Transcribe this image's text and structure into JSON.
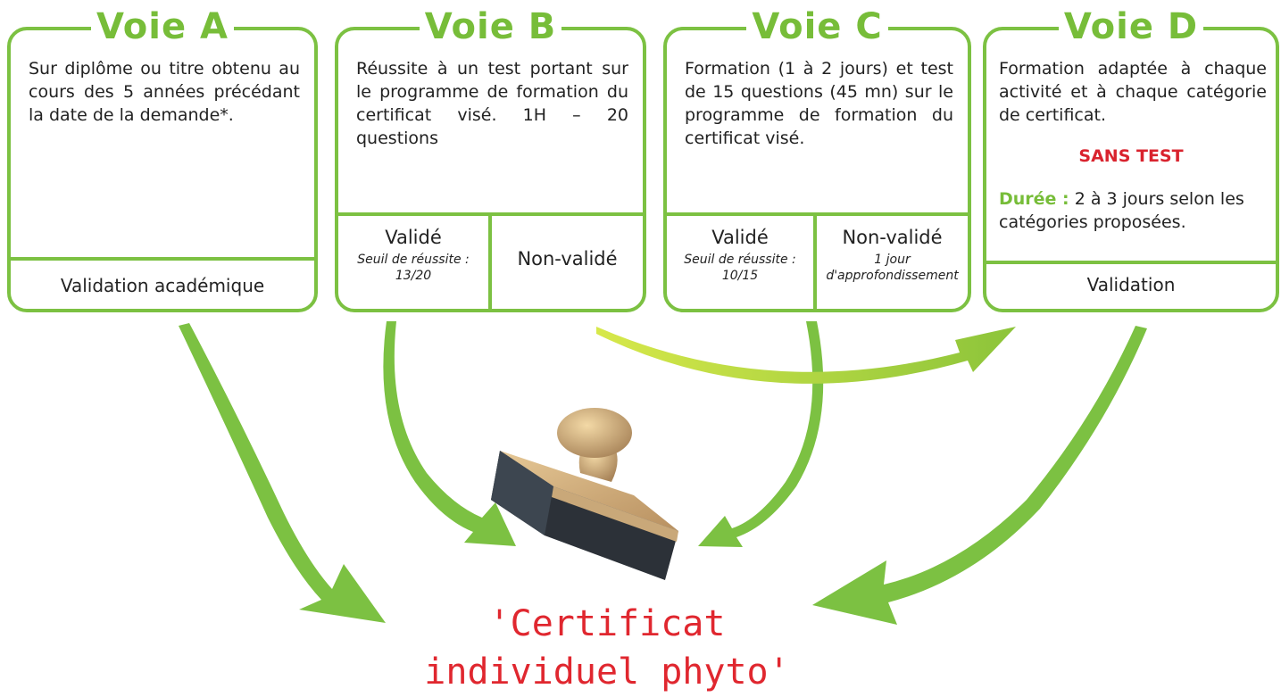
{
  "voie_a": {
    "title": "Voie A",
    "description": "Sur diplôme ou titre obtenu au cours des 5 années précédant la date de la demande*.",
    "footer": "Validation académique"
  },
  "voie_b": {
    "title": "Voie B",
    "description": "Réussite à un test portant sur le programme de formation du certificat visé. 1H – 20 questions",
    "valid_label": "Validé",
    "valid_note": "Seuil de réussite : 13/20",
    "invalid_label": "Non-validé"
  },
  "voie_c": {
    "title": "Voie C",
    "description": "Formation (1 à 2 jours) et test de 15 questions (45 mn) sur le programme de formation du certificat visé.",
    "valid_label": "Validé",
    "valid_note": "Seuil de réussite : 10/15",
    "invalid_label": "Non-validé",
    "invalid_note": "1 jour d'approfondissement"
  },
  "voie_d": {
    "title": "Voie D",
    "description": "Formation adaptée à chaque activité et à chaque catégorie de certificat.",
    "no_test": "SANS TEST",
    "duree_label": "Durée :",
    "duree_text": "2 à 3 jours selon les catégories proposées.",
    "footer": "Validation"
  },
  "certificat": {
    "line1": "'Certificat",
    "line2": "individuel phyto'"
  },
  "colors": {
    "green": "#7cc142",
    "lime": "#a8cf2a",
    "red": "#e0272f"
  }
}
